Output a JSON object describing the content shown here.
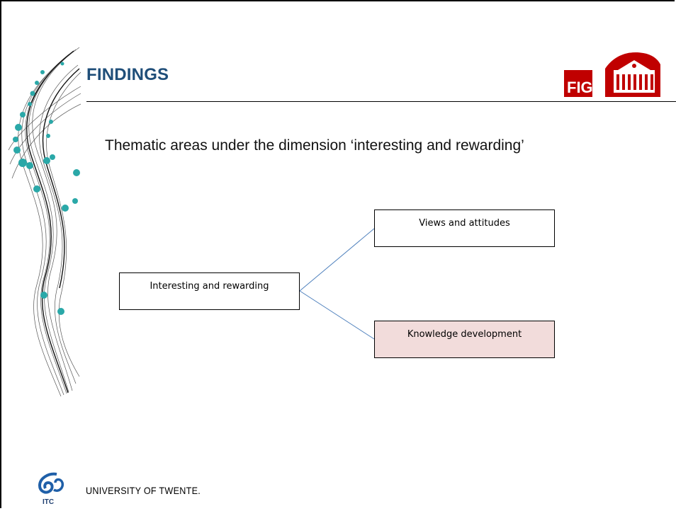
{
  "slide": {
    "title": "FINDINGS",
    "subtitle": "Thematic areas under the dimension ‘interesting and rewarding’"
  },
  "diagram": {
    "root": "Interesting and rewarding",
    "children": [
      {
        "label": "Views and attitudes",
        "highlighted": false
      },
      {
        "label": "Knowledge development",
        "highlighted": true
      }
    ],
    "connector_color": "#4f81bd",
    "highlight_fill": "#f2dcdb"
  },
  "logos": {
    "fig_text": "FIG",
    "itc_text": "ITC",
    "fig_color": "#c00000"
  },
  "footer": {
    "university": "UNIVERSITY OF TWENTE."
  },
  "colors": {
    "title": "#1f4e79",
    "decor_dots": "#2aa8a8"
  }
}
